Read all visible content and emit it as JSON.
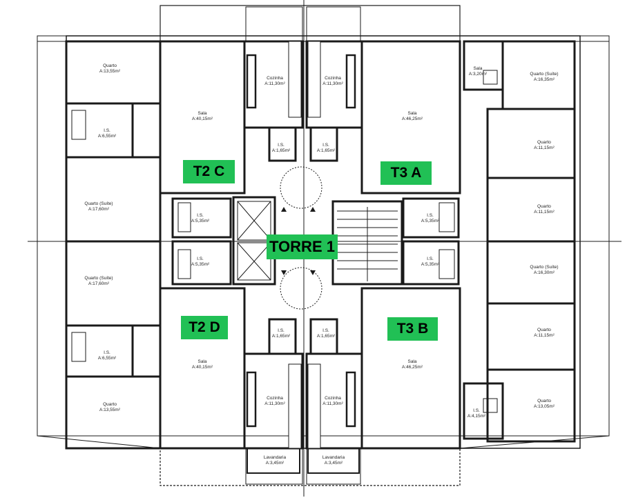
{
  "tower_label": "TORRE 1",
  "units": [
    {
      "id": "t2c",
      "label": "T2 C"
    },
    {
      "id": "t3a",
      "label": "T3 A"
    },
    {
      "id": "t2d",
      "label": "T2 D"
    },
    {
      "id": "t3b",
      "label": "T3 B"
    }
  ],
  "rooms": {
    "t2c_quarto": {
      "name": "Quarto",
      "area": "A:13,55m²"
    },
    "t2c_is": {
      "name": "I.S.",
      "area": "A:6,55m²"
    },
    "t2c_quarto_suite": {
      "name": "Quarto (Suíte)",
      "area": "A:17,60m²"
    },
    "t2c_sala": {
      "name": "Sala",
      "area": "A:40,15m²"
    },
    "t2c_cozinha": {
      "name": "Cozinha",
      "area": "A:11,30m²"
    },
    "t2c_is_small": {
      "name": "I.S.",
      "area": "A:1,65m²"
    },
    "t2c_is_core": {
      "name": "I.S.",
      "area": "A:5,35m²"
    },
    "t3a_cozinha": {
      "name": "Cozinha",
      "area": "A:11,30m²"
    },
    "t3a_is_small": {
      "name": "I.S.",
      "area": "A:1,65m²"
    },
    "t3a_sala": {
      "name": "Sala",
      "area": "A:46,25m²"
    },
    "t3a_is_top": {
      "name": "Sala",
      "area": "A:3,20m²"
    },
    "t3a_quarto_suite": {
      "name": "Quarto (Suíte)",
      "area": "A:16,35m²"
    },
    "t3a_quarto_1": {
      "name": "Quarto",
      "area": "A:11,15m²"
    },
    "t3a_quarto_2": {
      "name": "Quarto",
      "area": "A:11,15m²"
    },
    "t3a_is_core": {
      "name": "I.S.",
      "area": "A:5,35m²"
    },
    "t2d_is_core": {
      "name": "I.S.",
      "area": "A:5,35m²"
    },
    "t2d_quarto_suite": {
      "name": "Quarto (Suíte)",
      "area": "A:17,60m²"
    },
    "t2d_is": {
      "name": "I.S.",
      "area": "A:6,55m²"
    },
    "t2d_quarto": {
      "name": "Quarto",
      "area": "A:13,55m²"
    },
    "t2d_sala": {
      "name": "Sala",
      "area": "A:40,15m²"
    },
    "t2d_is_small": {
      "name": "I.S.",
      "area": "A:1,65m²"
    },
    "t2d_cozinha": {
      "name": "Cozinha",
      "area": "A:11,30m²"
    },
    "t2d_lavandaria": {
      "name": "Lavandaria",
      "area": "A:3,45m²"
    },
    "t3b_is_core": {
      "name": "I.S.",
      "area": "A:5,35m²"
    },
    "t3b_quarto_suite": {
      "name": "Quarto (Suíte)",
      "area": "A:16,30m²"
    },
    "t3b_quarto_1": {
      "name": "Quarto",
      "area": "A:11,15m²"
    },
    "t3b_quarto_2": {
      "name": "Quarto",
      "area": "A:13,05m²"
    },
    "t3b_is": {
      "name": "I.S.",
      "area": "A:4,15m²"
    },
    "t3b_sala": {
      "name": "Sala",
      "area": "A:46,25m²"
    },
    "t3b_is_small": {
      "name": "I.S.",
      "area": "A:1,65m²"
    },
    "t3b_cozinha": {
      "name": "Cozinha",
      "area": "A:11,30m²"
    },
    "t3b_lavandaria": {
      "name": "Lavandaria",
      "area": "A:3,45m²"
    }
  },
  "colors": {
    "label_bg": "#21c055",
    "wall": "#1a1a1a"
  }
}
